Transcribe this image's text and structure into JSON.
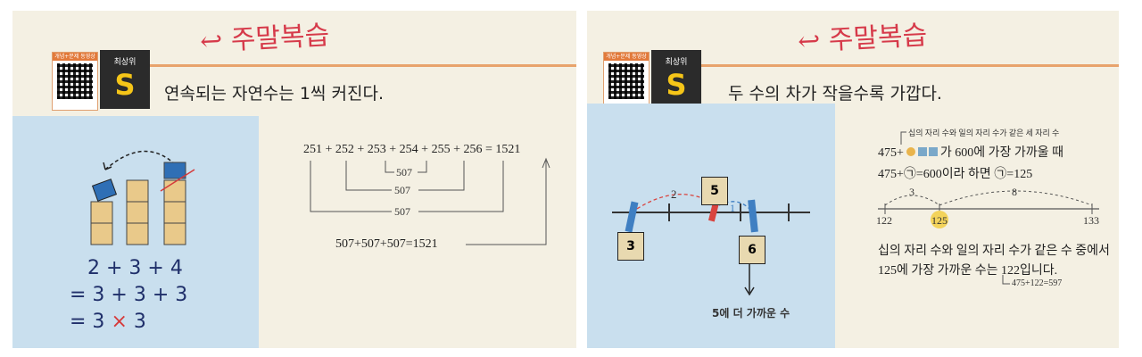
{
  "left": {
    "handwritten": "↩ 주말복습",
    "qr_label": "개념+문제 동영상",
    "badge_top": "최상위",
    "badge_letter": "S",
    "title": "연속되는 자연수는 1씩 커진다.",
    "sum_equation": "251 + 252 + 253 + 254 + 255 + 256 = 1521",
    "pair_sum_1": "507",
    "pair_sum_2": "507",
    "pair_sum_3": "507",
    "result_equation": "507+507+507=1521",
    "hand_line1": "2 + 3 + 4",
    "hand_line2": "= 3 + 3 + 3",
    "hand_line3_a": "= 3",
    "hand_line3_op": "×",
    "hand_line3_b": "3"
  },
  "right": {
    "handwritten": "↩ 주말복습",
    "qr_label": "개념+문제 동영상",
    "badge_top": "최상위",
    "badge_letter": "S",
    "title": "두 수의 차가 작을수록 가깝다.",
    "note_top": "십의 자리 수와 일의 자리 수가 같은 세 자리 수",
    "line1_prefix": "475+",
    "line1_suffix": "가 600에 가장 가까울 때",
    "line2": "475+㉠=600이라 하면 ㉠=125",
    "nl_gap_left": "3",
    "nl_gap_right": "8",
    "nl_label_left": "122",
    "nl_label_mid": "125",
    "nl_label_right": "133",
    "conclusion1": "십의 자리 수와 일의 자리 수가 같은 수 중에서",
    "conclusion2": "125에 가장 가까운 수는 122입니다.",
    "check": "475+122=597",
    "tile_left": "3",
    "tile_mid": "5",
    "tile_right": "6",
    "dist_left": "2",
    "dist_right": "1",
    "caption": "5에 더 가까운 수"
  }
}
